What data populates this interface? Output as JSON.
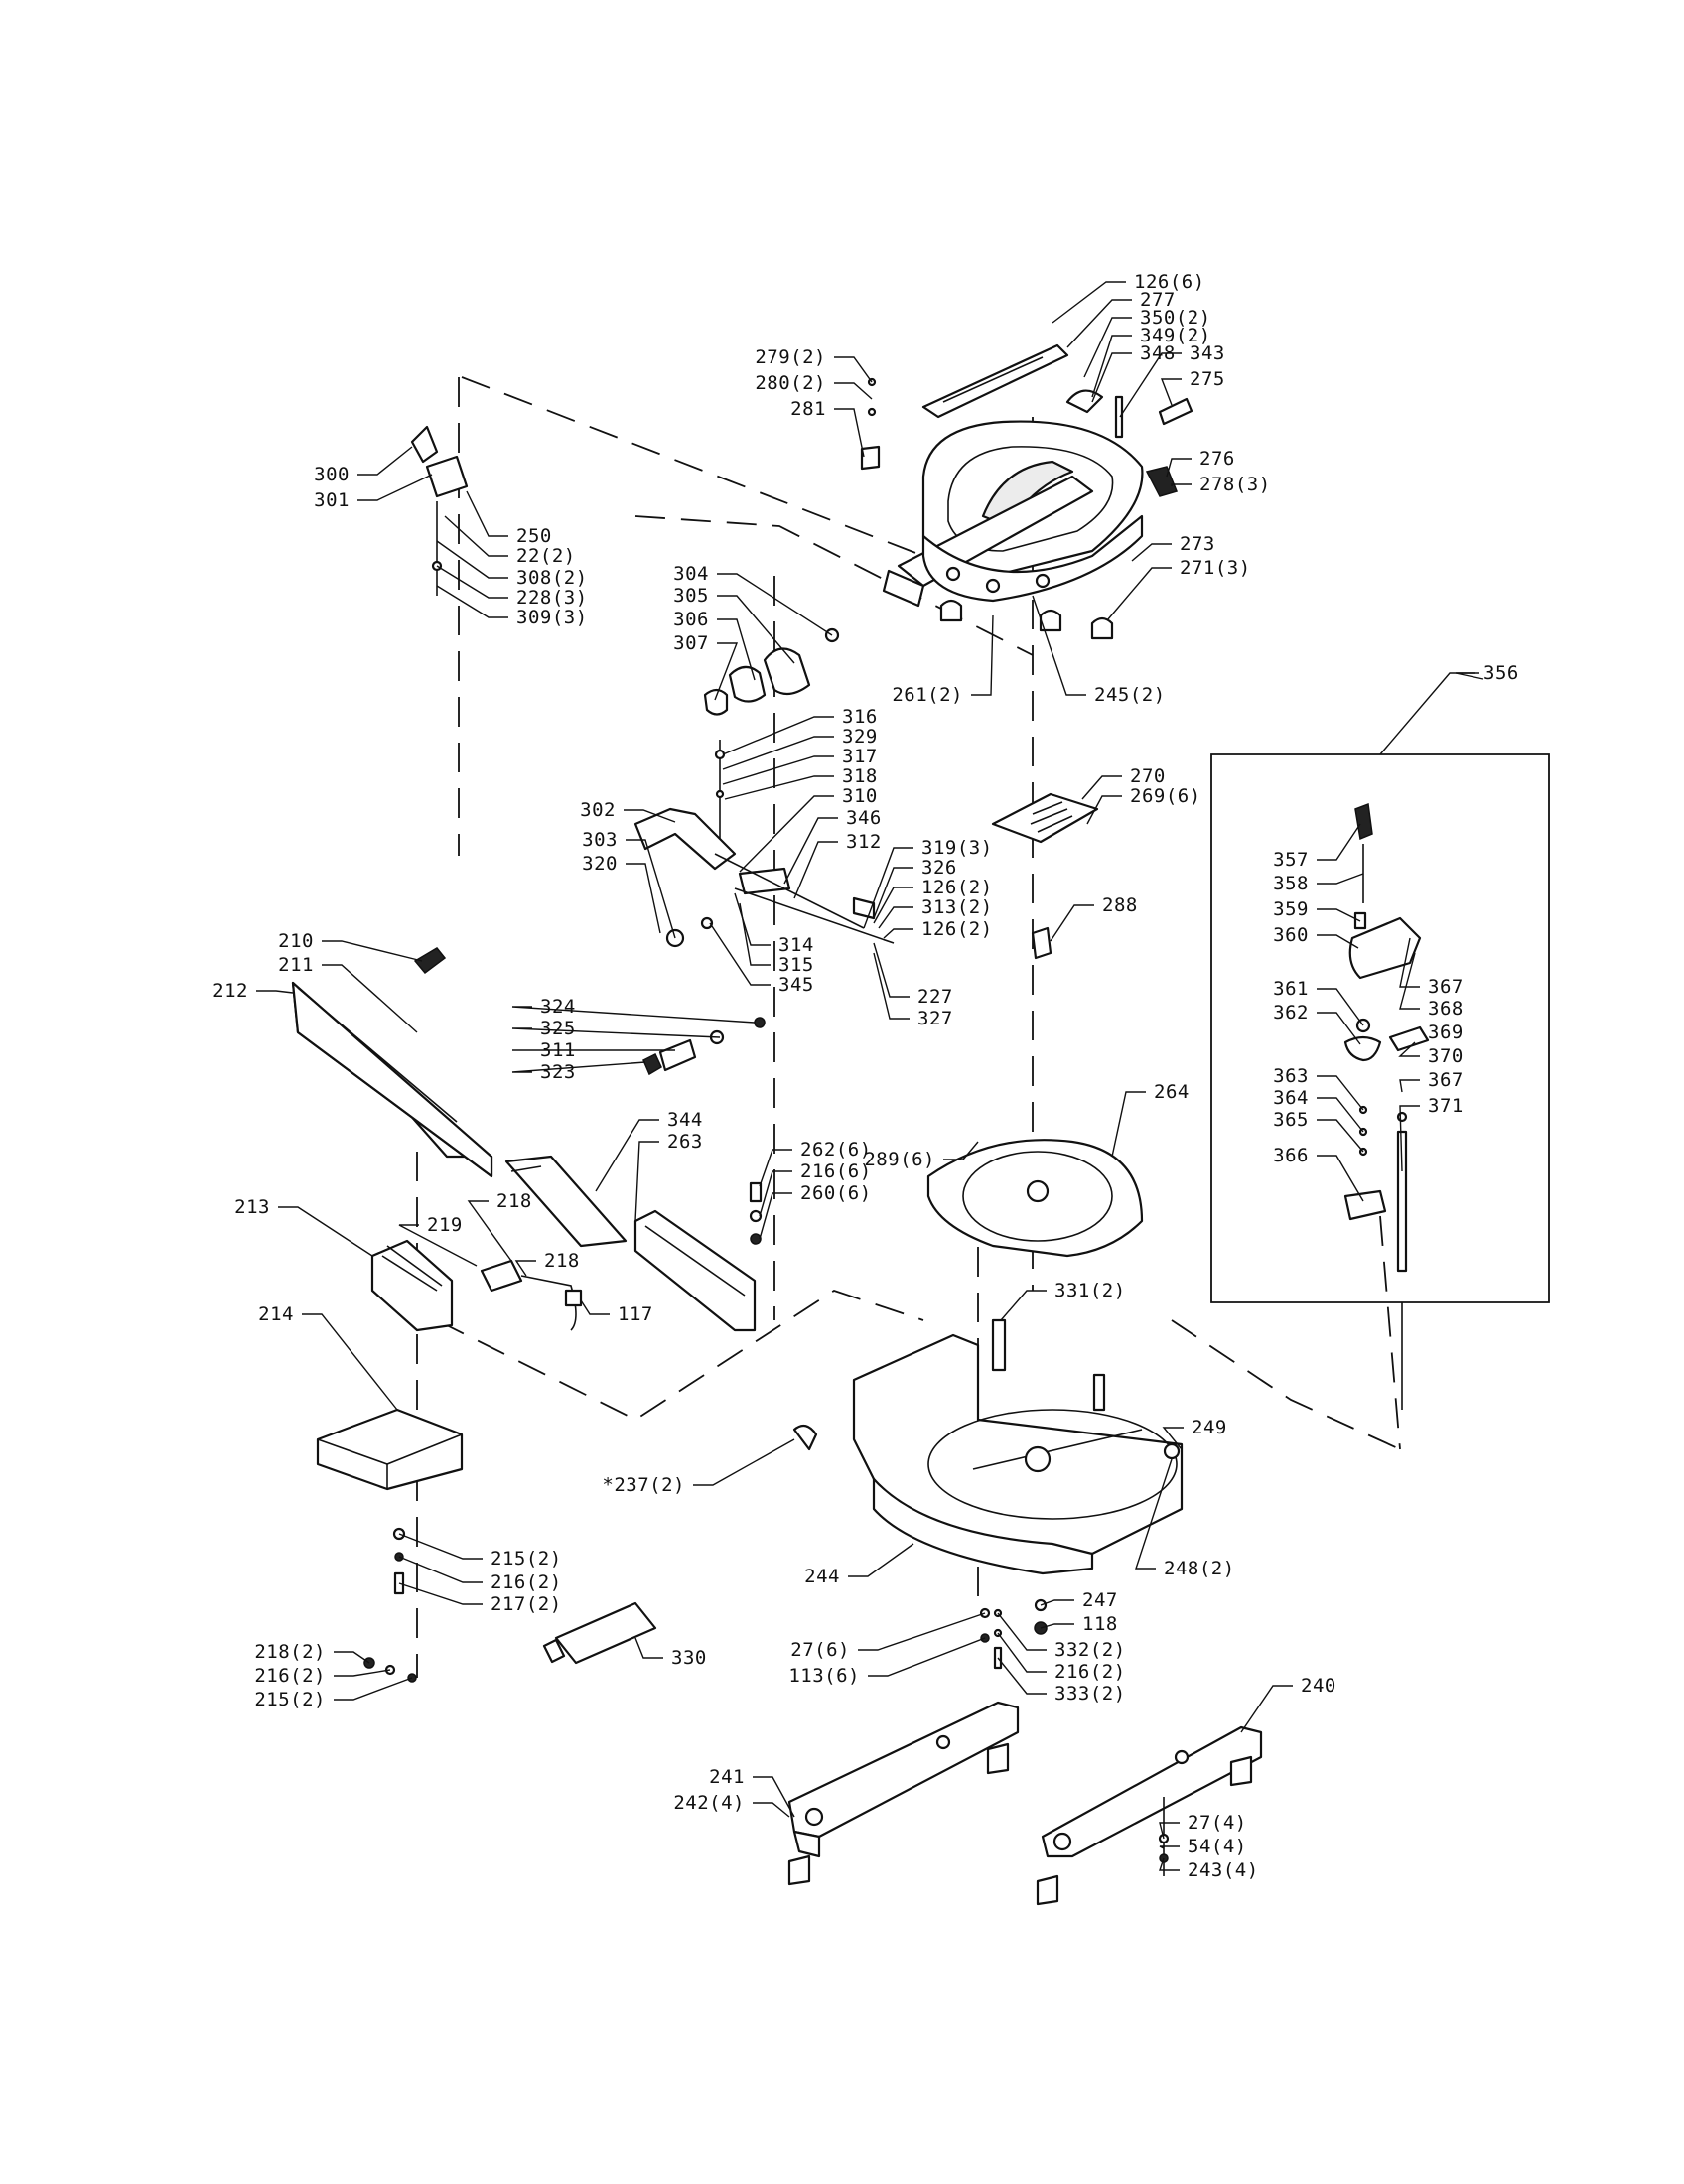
{
  "diagram": {
    "labels": [
      "126(6)",
      "277",
      "350(2)",
      "349(2)",
      "348",
      "343",
      "275",
      "279(2)",
      "280(2)",
      "281",
      "276",
      "278(3)",
      "300",
      "301",
      "250",
      "22(2)",
      "308(2)",
      "228(3)",
      "309(3)",
      "273",
      "271(3)",
      "304",
      "305",
      "306",
      "307",
      "261(2)",
      "245(2)",
      "356",
      "316",
      "329",
      "317",
      "318",
      "310",
      "302",
      "346",
      "303",
      "312",
      "320",
      "319(3)",
      "326",
      "126(2)",
      "313(2)",
      "126(2)",
      "314",
      "315",
      "345",
      "227",
      "327",
      "270",
      "269(6)",
      "288",
      "357",
      "358",
      "359",
      "360",
      "367",
      "368",
      "361",
      "369",
      "362",
      "370",
      "363",
      "367",
      "364",
      "365",
      "371",
      "366",
      "210",
      "211",
      "212",
      "324",
      "325",
      "311",
      "323",
      "289(6)",
      "264",
      "344",
      "263",
      "262(6)",
      "216(6)",
      "260(6)",
      "213",
      "218",
      "219",
      "218",
      "117",
      "331(2)",
      "214",
      "249",
      "*237(2)",
      "248(2)",
      "244",
      "247",
      "118",
      "215(2)",
      "216(2)",
      "217(2)",
      "27(6)",
      "332(2)",
      "113(6)",
      "216(2)",
      "333(2)",
      "218(2)",
      "216(2)",
      "215(2)",
      "330",
      "240",
      "241",
      "242(4)",
      "27(4)",
      "54(4)",
      "243(4)"
    ]
  }
}
